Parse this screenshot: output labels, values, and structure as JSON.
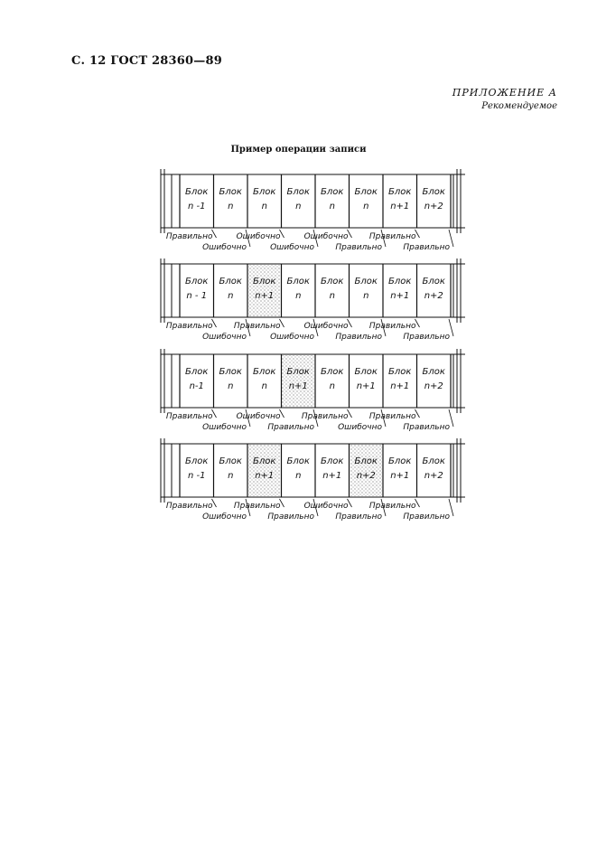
{
  "header": {
    "page_ref": "С. 12 ГОСТ 28360—89"
  },
  "appendix": {
    "title": "ПРИЛОЖЕНИЕ А",
    "subtitle": "Рекомендуемое"
  },
  "figure": {
    "title": "Пример операции записи",
    "rows": [
      {
        "blocks": [
          {
            "l1": "Блок",
            "l2": "n -1",
            "shaded": false
          },
          {
            "l1": "Блок",
            "l2": "n",
            "shaded": false
          },
          {
            "l1": "Блок",
            "l2": "n",
            "shaded": false
          },
          {
            "l1": "Блок",
            "l2": "n",
            "shaded": false
          },
          {
            "l1": "Блок",
            "l2": "n",
            "shaded": false
          },
          {
            "l1": "Блок",
            "l2": "n",
            "shaded": false
          },
          {
            "l1": "Блок",
            "l2": "n+1",
            "shaded": false
          },
          {
            "l1": "Блок",
            "l2": "n+2",
            "shaded": false
          }
        ],
        "labels": [
          "Правильно",
          "Ошибочно",
          "Ошибочно",
          "Ошибочно",
          "Ошибочно",
          "Правильно",
          "Правильно",
          "Правильно"
        ]
      },
      {
        "blocks": [
          {
            "l1": "Блок",
            "l2": "n - 1",
            "shaded": false
          },
          {
            "l1": "Блок",
            "l2": "n",
            "shaded": false
          },
          {
            "l1": "Блок",
            "l2": "n+1",
            "shaded": true
          },
          {
            "l1": "Блок",
            "l2": "n",
            "shaded": false
          },
          {
            "l1": "Блок",
            "l2": "n",
            "shaded": false
          },
          {
            "l1": "Блок",
            "l2": "n",
            "shaded": false
          },
          {
            "l1": "Блок",
            "l2": "n+1",
            "shaded": false
          },
          {
            "l1": "Блок",
            "l2": "n+2",
            "shaded": false
          }
        ],
        "labels": [
          "Правильно",
          "Ошибочно",
          "Правильно",
          "Ошибочно",
          "Ошибочно",
          "Правильно",
          "Правильно",
          "Правильно"
        ]
      },
      {
        "blocks": [
          {
            "l1": "Блок",
            "l2": "n-1",
            "shaded": false
          },
          {
            "l1": "Блок",
            "l2": "n",
            "shaded": false
          },
          {
            "l1": "Блок",
            "l2": "n",
            "shaded": false
          },
          {
            "l1": "Блок",
            "l2": "n+1",
            "shaded": true
          },
          {
            "l1": "Блок",
            "l2": "n",
            "shaded": false
          },
          {
            "l1": "Блок",
            "l2": "n+1",
            "shaded": false
          },
          {
            "l1": "Блок",
            "l2": "n+1",
            "shaded": false
          },
          {
            "l1": "Блок",
            "l2": "n+2",
            "shaded": false
          }
        ],
        "labels": [
          "Правильно",
          "Ошибочно",
          "Ошибочно",
          "Правильно",
          "Правильно",
          "Ошибочно",
          "Правильно",
          "Правильно"
        ]
      },
      {
        "blocks": [
          {
            "l1": "Блок",
            "l2": "n -1",
            "shaded": false
          },
          {
            "l1": "Блок",
            "l2": "n",
            "shaded": false
          },
          {
            "l1": "Блок",
            "l2": "n+1",
            "shaded": true
          },
          {
            "l1": "Блок",
            "l2": "n",
            "shaded": false
          },
          {
            "l1": "Блок",
            "l2": "n+1",
            "shaded": false
          },
          {
            "l1": "Блок",
            "l2": "n+2",
            "shaded": true
          },
          {
            "l1": "Блок",
            "l2": "n+1",
            "shaded": false
          },
          {
            "l1": "Блок",
            "l2": "n+2",
            "shaded": false
          }
        ],
        "labels": [
          "Правильно",
          "Ошибочно",
          "Правильно",
          "Правильно",
          "Ошибочно",
          "Правильно",
          "Правильно",
          "Правильно"
        ]
      }
    ]
  }
}
